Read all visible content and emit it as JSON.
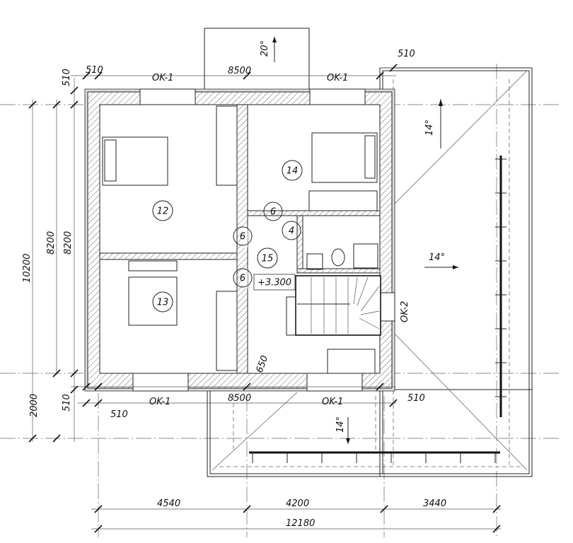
{
  "title": "Floor plan, upper level",
  "rooms": [
    {
      "number": "12"
    },
    {
      "number": "13"
    },
    {
      "number": "14"
    },
    {
      "number": "15"
    },
    {
      "number": "4"
    },
    {
      "number": "6"
    },
    {
      "number": "6"
    },
    {
      "number": "6"
    }
  ],
  "level_mark": "+3.300",
  "windows": {
    "ok1": "OK-1",
    "ok2": "OK-2"
  },
  "slopes": {
    "top": "20°",
    "right_upper": "14°",
    "right": "14°",
    "bottom": "14°"
  },
  "dimensions": {
    "top_left_offset": "510",
    "top_width": "8500",
    "top_right_offset": "510",
    "left_top_offset": "510",
    "left_total": "10200",
    "left_inner_a": "8200",
    "left_inner_b": "8200",
    "left_bottom": "2000",
    "left_bottom_offset": "510",
    "bottom_left_offset": "510",
    "bottom_width": "8500",
    "bottom_right_offset": "510",
    "stair_gap": "650",
    "seg1": "4540",
    "seg2": "4200",
    "seg3": "3440",
    "total": "12180"
  }
}
